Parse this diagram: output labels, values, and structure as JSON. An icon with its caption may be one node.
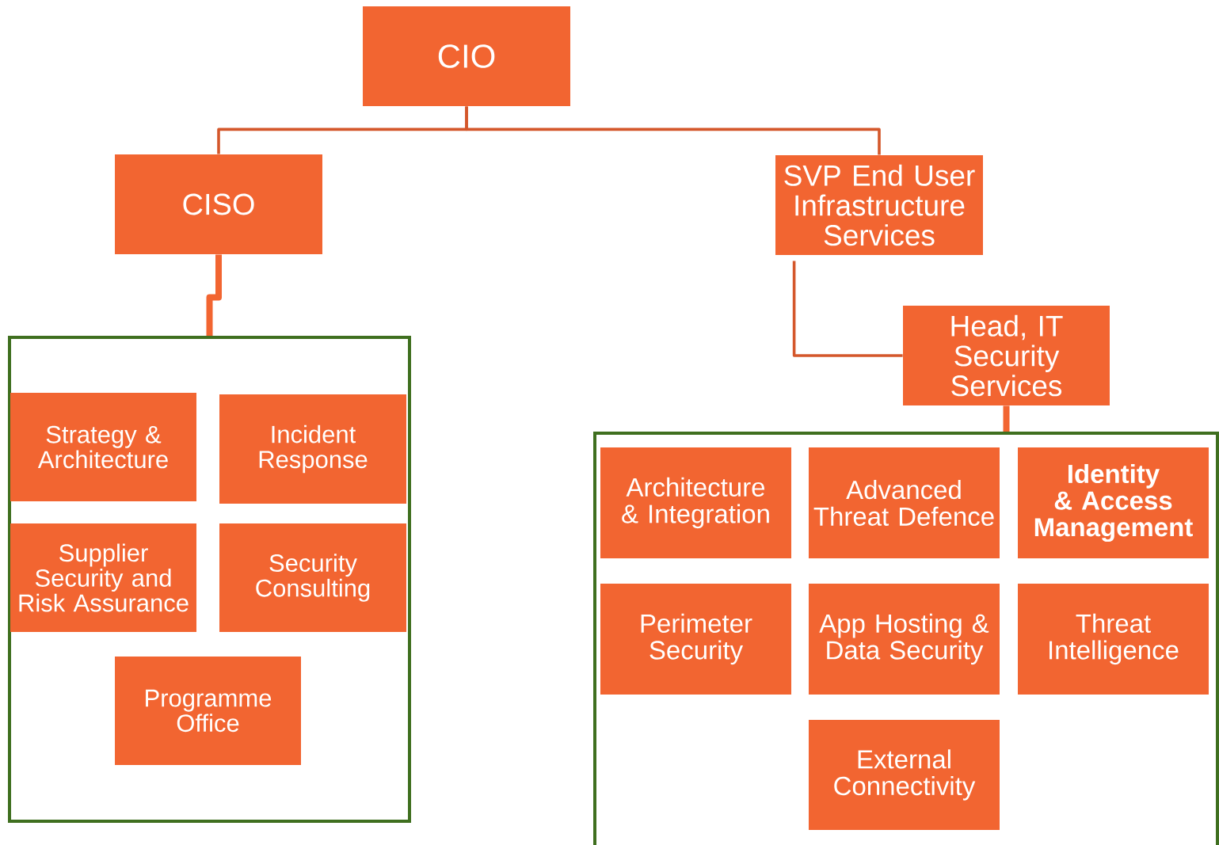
{
  "diagram": {
    "nodes": [
      {
        "text": [
          "CIO"
        ]
      },
      {
        "text": [
          "CISO"
        ]
      },
      {
        "text": [
          "SVP End  User Infrastructure Services"
        ]
      },
      {
        "text": [],
        "shape": "box"
      },
      {
        "text": [
          "Strategy & Architecture"
        ],
        "in": 3
      },
      {
        "text": [
          "Incident Response"
        ],
        "in": 3
      },
      {
        "text": [
          "Supplier Security and Risk Assurance"
        ],
        "in": 3
      },
      {
        "text": [
          "Security Consulting"
        ],
        "in": 3
      },
      {
        "text": [
          "Programme Office"
        ],
        "in": 3
      },
      {
        "text": [
          "Head, IT Security Services"
        ]
      },
      {
        "text": [],
        "shape": "box"
      },
      {
        "text": [
          "Architecture & Integration"
        ],
        "in": 10
      },
      {
        "text": [
          "Advanced Threat Defence"
        ],
        "in": 10
      },
      {
        "text": [
          "Identity & Access Management"
        ],
        "in": 10
      },
      {
        "text": [
          "Perimeter Security"
        ],
        "in": 10
      },
      {
        "text": [
          "App Hosting & Data Security"
        ],
        "in": 10
      },
      {
        "text": [
          "Threat Intelligence"
        ],
        "in": 10
      },
      {
        "text": [
          "External Connectivity"
        ],
        "in": 10
      }
    ],
    "edges": [
      {
        "from": 0,
        "to": 1,
        "arrow": "none"
      },
      {
        "from": 0,
        "to": 2,
        "arrow": "none"
      },
      {
        "from": 1,
        "to": 3,
        "arrow": "none",
        "style": "thick",
        "color": "#f26531"
      },
      {
        "from": 2,
        "to": 9,
        "arrow": "none"
      },
      {
        "from": 9,
        "to": 10,
        "arrow": "none",
        "style": "thick",
        "color": "#f26531"
      }
    ]
  }
}
